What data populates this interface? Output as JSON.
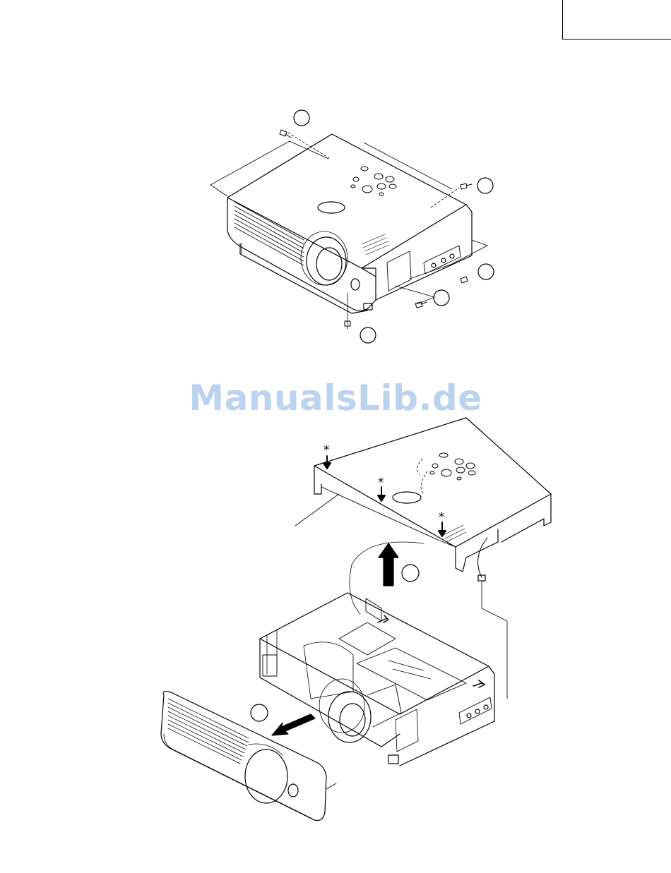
{
  "page": {
    "watermark_text": "ManualsLib.de"
  },
  "top_view": {
    "screw_count": 5
  },
  "exploded_view": {
    "latch_marks": [
      "*",
      "*",
      "*"
    ],
    "motion_arrows": 3
  },
  "colors": {
    "line": "#000000",
    "watermark": "#bcd3f0",
    "background": "#ffffff"
  }
}
